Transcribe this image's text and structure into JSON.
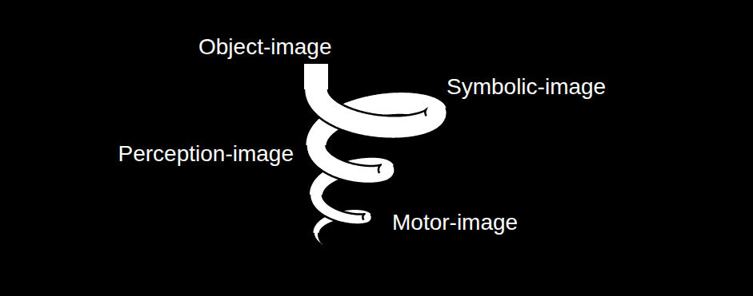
{
  "diagram": {
    "labels": [
      "Object-image",
      "Symbolic-image",
      "Perception-image",
      "Motor-image"
    ]
  }
}
